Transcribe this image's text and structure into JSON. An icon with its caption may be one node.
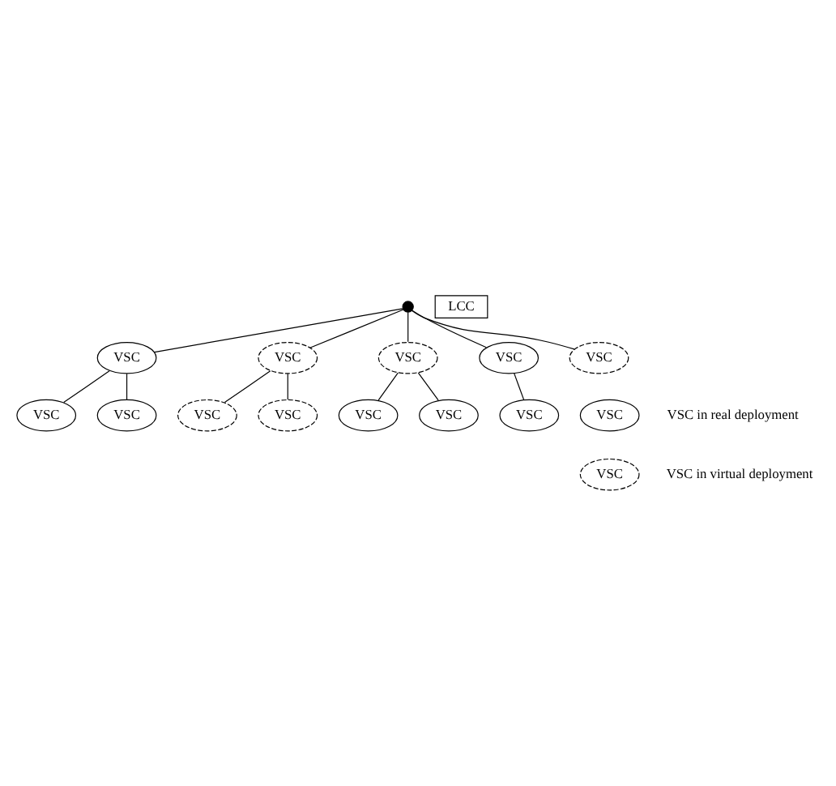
{
  "diagram": {
    "nodes": [
      {
        "text": [],
        "shape": "circle"
      },
      {
        "text": [
          "LCC"
        ]
      },
      {
        "text": [
          "VSC"
        ]
      },
      {
        "text": [
          "VSC"
        ]
      },
      {
        "text": [
          "VSC"
        ]
      },
      {
        "text": [
          "VSC"
        ]
      },
      {
        "text": [
          "VSC"
        ]
      },
      {
        "text": [
          "VSC"
        ]
      },
      {
        "text": [
          "VSC"
        ]
      },
      {
        "text": [
          "VSC"
        ]
      },
      {
        "text": [
          "VSC"
        ]
      },
      {
        "text": [
          "VSC"
        ]
      },
      {
        "text": [
          "VSC"
        ]
      },
      {
        "text": [
          "VSC"
        ]
      },
      {
        "text": [
          "VSC"
        ]
      },
      {
        "text": [
          "VSC"
        ]
      }
    ],
    "edges": [
      {
        "from": 0,
        "to": 13,
        "arrow": "none"
      },
      {
        "from": 0,
        "to": 2,
        "arrow": "none"
      },
      {
        "from": 2,
        "to": 4,
        "arrow": "none"
      },
      {
        "from": 2,
        "to": 5,
        "arrow": "none"
      },
      {
        "from": 0,
        "to": 3,
        "arrow": "none"
      },
      {
        "from": 3,
        "to": 7,
        "arrow": "none"
      },
      {
        "from": 3,
        "to": 8,
        "arrow": "none"
      },
      {
        "from": 0,
        "to": 6,
        "arrow": "none"
      },
      {
        "from": 6,
        "to": 10,
        "arrow": "none"
      },
      {
        "from": 6,
        "to": 11,
        "arrow": "none"
      },
      {
        "from": 0,
        "to": 9,
        "arrow": "none"
      },
      {
        "from": 9,
        "to": 12,
        "arrow": "none"
      }
    ],
    "legend": [
      {
        "text": "VSC in real deployment"
      },
      {
        "text": "VSC in virtual deployment"
      }
    ]
  }
}
